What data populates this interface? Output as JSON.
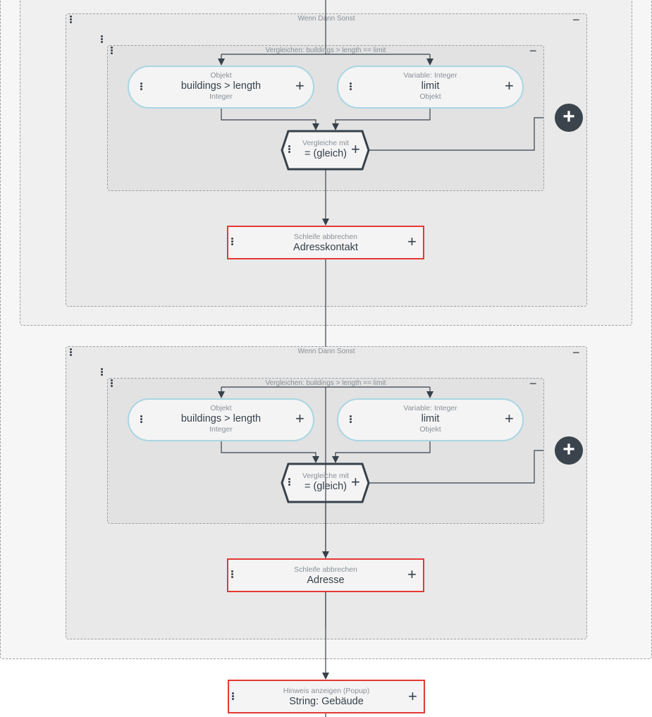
{
  "blocks": [
    {
      "group_title": "Wenn Dann Sonst",
      "compare_title": "Vergleichen: buildings > length == limit",
      "left_operand": {
        "label": "Objekt",
        "value": "buildings > length",
        "type": "Integer"
      },
      "right_operand": {
        "label": "Variable: Integer",
        "value": "limit",
        "type": "Objekt"
      },
      "operator": {
        "label": "Vergleiche mit",
        "value": "= (gleich)"
      },
      "action": {
        "label": "Schleife abbrechen",
        "value": "Adresskontakt"
      }
    },
    {
      "group_title": "Wenn Dann Sonst",
      "compare_title": "Vergleichen: buildings > length == limit",
      "left_operand": {
        "label": "Objekt",
        "value": "buildings > length",
        "type": "Integer"
      },
      "right_operand": {
        "label": "Variable: Integer",
        "value": "limit",
        "type": "Objekt"
      },
      "operator": {
        "label": "Vergleiche mit",
        "value": "= (gleich)"
      },
      "action": {
        "label": "Schleife abbrechen",
        "value": "Adresse"
      }
    }
  ],
  "final_node": {
    "label": "Hinweis anzeigen (Popup)",
    "value": "String: Gebäude"
  },
  "icons": {
    "minus": "−",
    "plus": "+",
    "add_circle": "+"
  },
  "colors": {
    "operand_border": "#a9d6e3",
    "action_border": "#e53935",
    "line": "#37414b"
  }
}
